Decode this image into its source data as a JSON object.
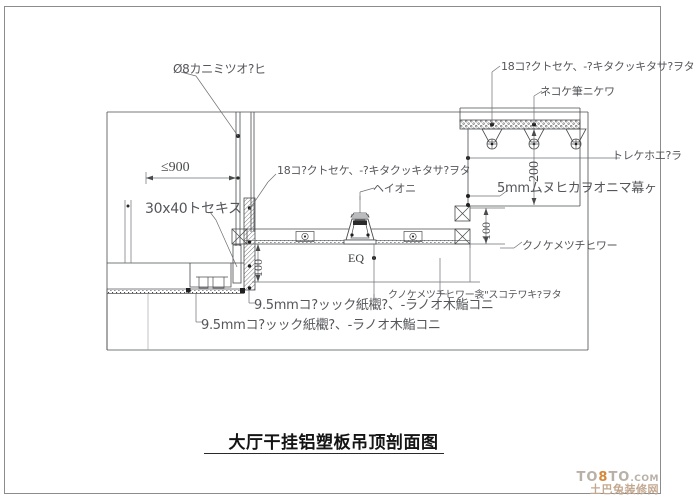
{
  "sheet": {
    "title": "大厅干挂铝塑板吊顶剖面图",
    "type": "architectural-section-detail"
  },
  "watermark": {
    "brand_prefix": "TO",
    "brand_highlight": "8",
    "brand_suffix": "TO",
    "brand_tld": ".COM",
    "brand_cn": "土巴兔装修网"
  },
  "annotations": {
    "hanger_rod": "Ø8カニミツオ?ヒ",
    "spacing_900": "≤900",
    "keel_30x40": "30x40トセキス",
    "angle_18_left": "18コ?クトセケ、-?キタクッキタサ?ヲタ",
    "angle_18_right": "18コ?クトセケ、-?キタクッキタサ?ヲタ",
    "hanger_bracket": "ネコケ筆ニケワ",
    "light_fixture": "ヘイオニ",
    "tile_right": "トレケホエ?ラ",
    "panel_5mm": "5mmムヌヒカヲオニマ幕ヶ",
    "hanger_wire_right": "クノケメツチヒワー",
    "hanger_wire_bottom": "クノケメツチヒワー衾\"スコテワキ?ヲタ",
    "board_95_upper": "9.5mmコ?ッック紙欟?、-ラノオ木鮨コニ",
    "board_95_lower": "9.5mmコ?ッック紙欟?、-ラノオ木鮨コニ",
    "eq_mark": "EQ"
  },
  "dimensions": {
    "d_200": "200",
    "d_100_right": "100",
    "d_100_center": "100",
    "d_900": "≤900"
  },
  "colors": {
    "line": "#4a4b4d",
    "thin_line": "#6e6f72",
    "frame": "#8c8c8c",
    "title": "#141414",
    "watermark_accent": "#d6883c"
  }
}
